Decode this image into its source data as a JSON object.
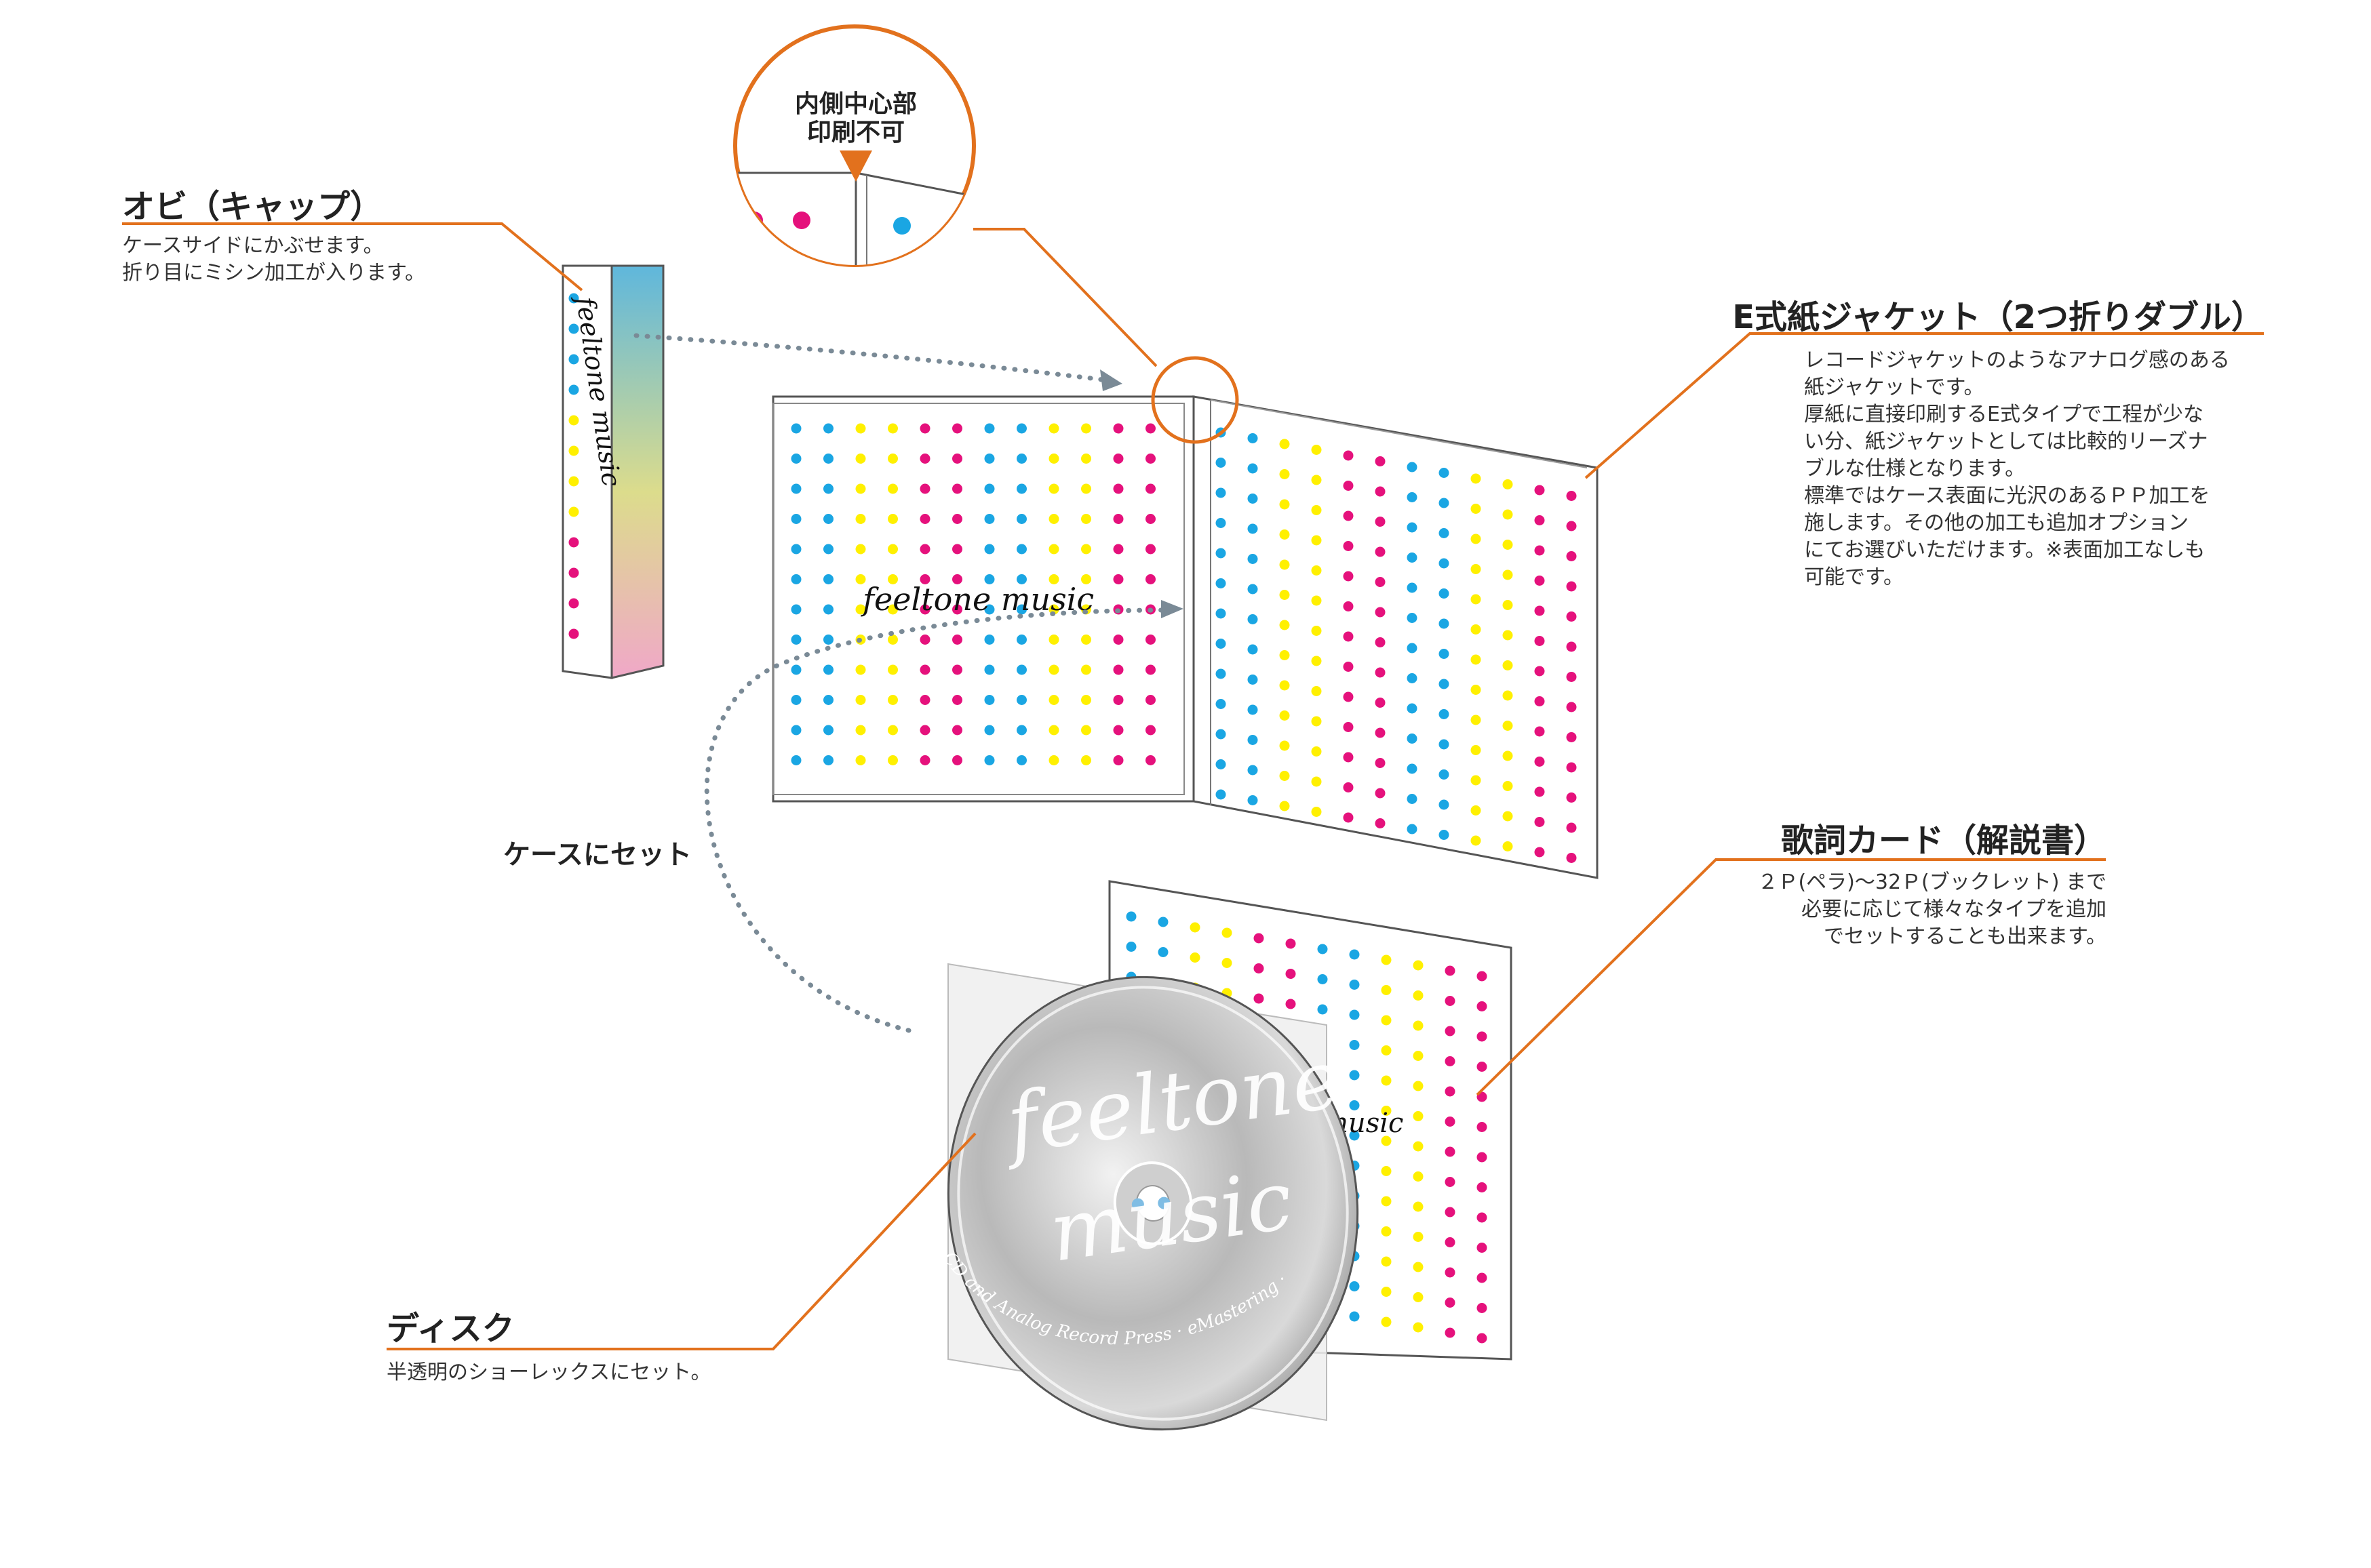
{
  "callouts": {
    "obi": {
      "title": "オビ（キャップ）",
      "lines": [
        "ケースサイドにかぶせます。",
        "折り目にミシン加工が入ります。"
      ]
    },
    "zoom": {
      "lines": [
        "内側中心部",
        "印刷不可"
      ]
    },
    "jacket": {
      "title": "E式紙ジャケット（2つ折りダブル）",
      "lines": [
        "レコードジャケットのようなアナログ感のある",
        "紙ジャケットです。",
        "厚紙に直接印刷するE式タイプで工程が少な",
        "い分、紙ジャケットとしては比較的リーズナ",
        "ブルな仕様となります。",
        "標準ではケース表面に光沢のあるＰＰ加工を",
        "施します。その他の加工も追加オプション",
        "にてお選びいただけます。※表面加工なしも",
        "可能です。"
      ]
    },
    "set_in_case": {
      "label": "ケースにセット"
    },
    "lyrics": {
      "title": "歌詞カード（解説書）",
      "lines": [
        "２Ｐ(ペラ)～32Ｐ(ブックレット) まで",
        "必要に応じて様々なタイプを追加",
        "でセットすることも出来ます。"
      ]
    },
    "disc": {
      "title": "ディスク",
      "lines": [
        "半透明のショーレックスにセット。"
      ]
    }
  },
  "artwork": {
    "brand_obi": "feeltone music",
    "brand_jacket": "feeltone music",
    "brand_card_partial": "music",
    "disc_word1": "feeltone",
    "disc_word2": "music",
    "disc_ring": "CD and Analog Record Press · eMastering · Design Planning"
  },
  "colors": {
    "leader": "#e2711d",
    "arrow_dots": "#7a8a96",
    "dot_cyan": "#1aa6e3",
    "dot_magenta": "#e5117c",
    "dot_yellow": "#fff000",
    "outline": "#555555",
    "obi_gradient": [
      "#5fb7dc",
      "#dcdc8c",
      "#f0a8c8"
    ]
  },
  "icons": {
    "zoom_marker": "orange-down-triangle-icon",
    "arrow_head": "grey-arrowhead-icon"
  }
}
